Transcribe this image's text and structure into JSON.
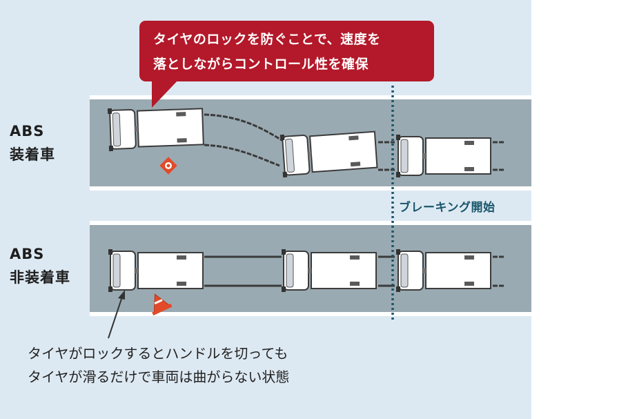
{
  "callout": {
    "line1": "タイヤのロックを防ぐことで、速度を",
    "line2": "落としながらコントロール性を確保"
  },
  "lanes": {
    "abs": {
      "label_line1": "ABS",
      "label_line2": "装着車"
    },
    "no_abs": {
      "label_line1": "ABS",
      "label_line2": "非装着車"
    }
  },
  "braking_start_label": "ブレーキング開始",
  "note": {
    "line1": "タイヤがロックするとハンドルを切っても",
    "line2": "タイヤが滑るだけで車両は曲がらない状態"
  },
  "colors": {
    "background": "#dde9f2",
    "road": "#9aaab2",
    "callout": "#b3192a",
    "braking_line": "#19556b",
    "hazard": "#e24a2a"
  }
}
